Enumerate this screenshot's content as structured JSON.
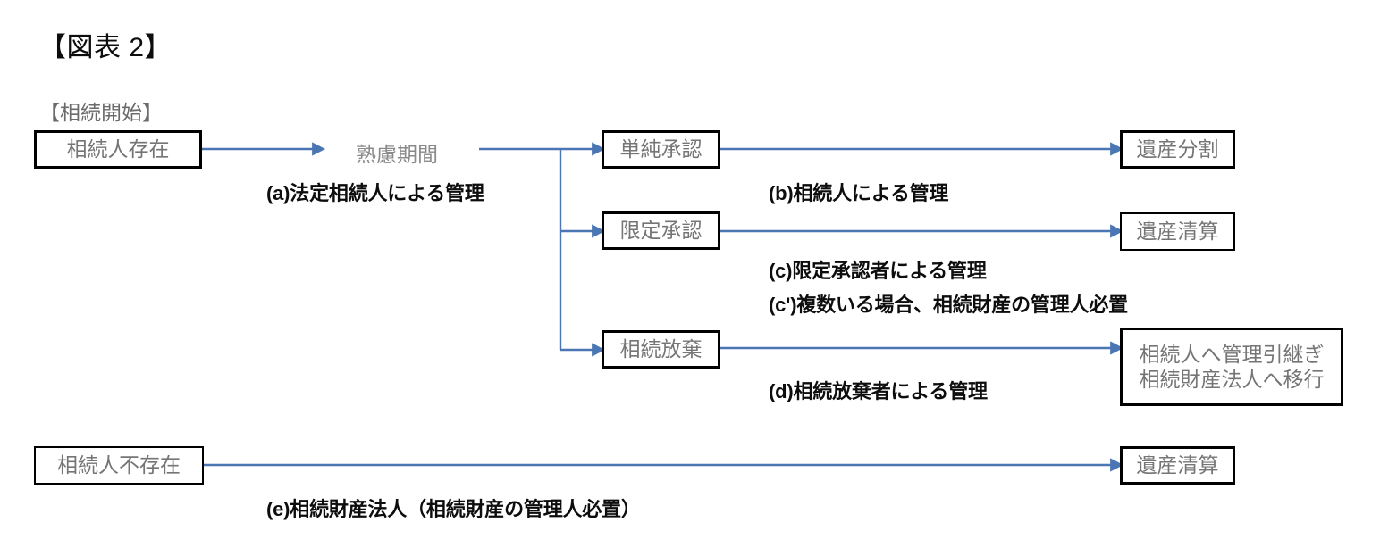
{
  "figure": {
    "title": "【図表 2】",
    "section_label": "【相続開始】"
  },
  "colors": {
    "arrow": "#4a77b4",
    "box_border": "#000000",
    "box_text": "#757575",
    "caption_text": "#0d0d0d",
    "heading_text": "#0d0d0d",
    "subheading_text": "#6b6b6b",
    "background": "#ffffff"
  },
  "nodes": {
    "start_heir_exists": "相続人存在",
    "deliberation_period": "熟慮期間",
    "simple_acceptance": "単純承認",
    "limited_acceptance": "限定承認",
    "renunciation": "相続放棄",
    "estate_division": "遺産分割",
    "estate_liquidation_upper": "遺産清算",
    "handover_line1": "相続人へ管理引継ぎ",
    "handover_line2": "相続財産法人へ移行",
    "start_no_heir": "相続人不存在",
    "estate_liquidation_lower": "遺産清算"
  },
  "captions": {
    "a": "(a)法定相続人による管理",
    "b": "(b)相続人による管理",
    "c": "(c)限定承認者による管理",
    "c_prime": "(c')複数いる場合、相続財産の管理人必置",
    "d": "(d)相続放棄者による管理",
    "e": "(e)相続財産法人（相続財産の管理人必置）"
  }
}
